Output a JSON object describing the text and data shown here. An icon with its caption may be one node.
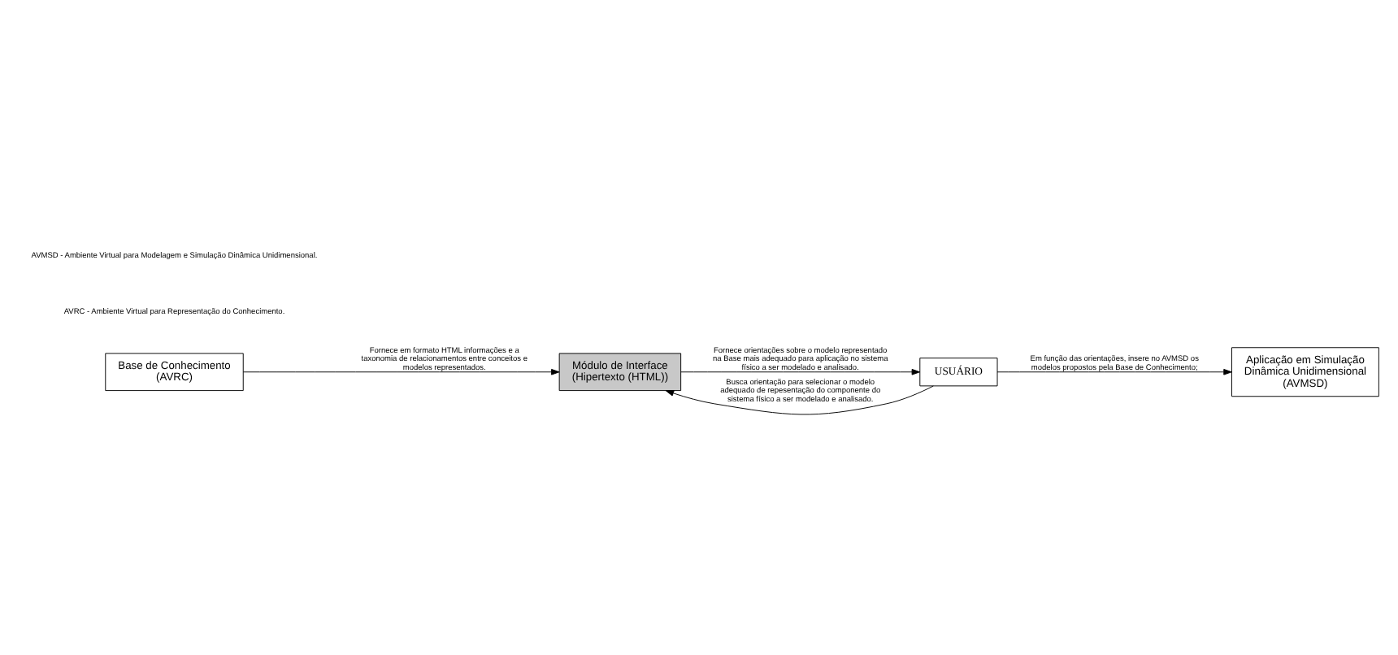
{
  "diagram": {
    "nodes": [
      {
        "text": [
          "Base de Conhecimento (AVRC)"
        ]
      },
      {
        "text": [
          "USUÁRIO"
        ]
      },
      {
        "text": [
          "Módulo de Interface (Hipertexto (HTML))"
        ]
      },
      {
        "text": [
          "Aplicação em Simulação Dinâmica Unidimensional (AVMSD)"
        ]
      }
    ],
    "edges": [
      {
        "from": 0,
        "to": 2,
        "arrow": "to",
        "label": "Fornece em formato HTML informações e a taxonomia de relacionamentos entre conceitos e modelos representados."
      },
      {
        "from": 1,
        "to": 2,
        "arrow": "to",
        "label": "Busca orientação para selecionar o modelo adequado de repesentação do componente do sistema físico a ser modelado e analisado."
      },
      {
        "from": 2,
        "to": 1,
        "arrow": "to",
        "label": "Fornece orientações sobre o modelo representado na Base mais adequado para aplicação no sistema físico a ser modelado e analisado."
      },
      {
        "from": 1,
        "to": 3,
        "arrow": "to",
        "label": "Em função das orientações, insere no AVMSD os modelos propostos pela Base de Conhecimento;"
      }
    ],
    "labels": [
      "AVRC - Ambiente Virtual para Representação do Conhecimento.",
      "AVMSD - Ambiente Virtual para Modelagem e Simulação Dinâmica Unidimensional."
    ]
  }
}
